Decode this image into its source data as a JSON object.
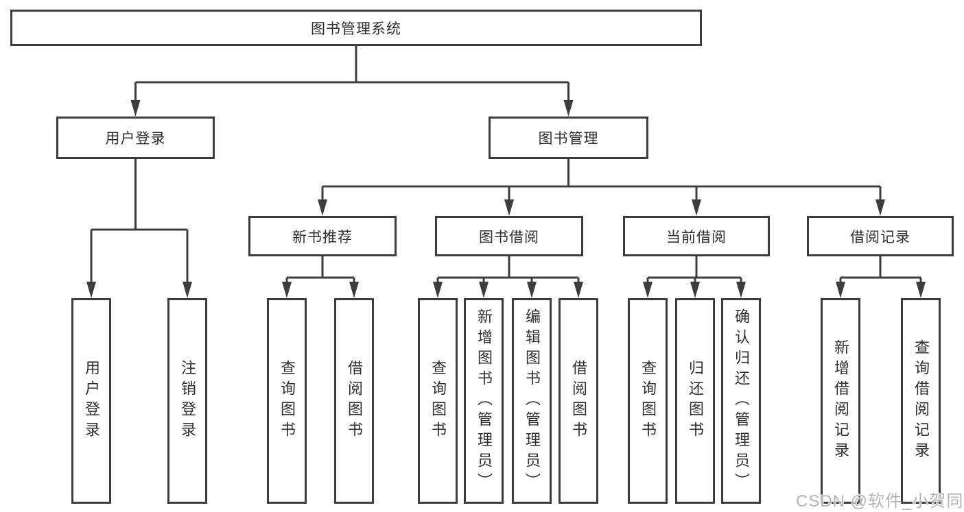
{
  "tree": {
    "label": "图书管理系统",
    "children": [
      {
        "label": "用户登录",
        "children": [
          {
            "label": "用户登录"
          },
          {
            "label": "注销登录"
          }
        ]
      },
      {
        "label": "图书管理",
        "children": [
          {
            "label": "新书推荐",
            "children": [
              {
                "label": "查询图书"
              },
              {
                "label": "借阅图书"
              }
            ]
          },
          {
            "label": "图书借阅",
            "children": [
              {
                "label": "查询图书"
              },
              {
                "label": "新增图书（管理员）"
              },
              {
                "label": "编辑图书（管理员）"
              },
              {
                "label": "借阅图书"
              }
            ]
          },
          {
            "label": "当前借阅",
            "children": [
              {
                "label": "查询图书"
              },
              {
                "label": "归还图书"
              },
              {
                "label": "确认归还（管理员）"
              }
            ]
          },
          {
            "label": "借阅记录",
            "children": [
              {
                "label": "新增借阅记录"
              },
              {
                "label": "查询借阅记录"
              }
            ]
          }
        ]
      }
    ]
  },
  "watermark": {
    "text": "CSDN @软件_小贺同学"
  },
  "colors": {
    "line": "#3d3d3d",
    "text": "#2f2f2f",
    "watermark": "#b3b3b3",
    "background": "#ffffff"
  }
}
